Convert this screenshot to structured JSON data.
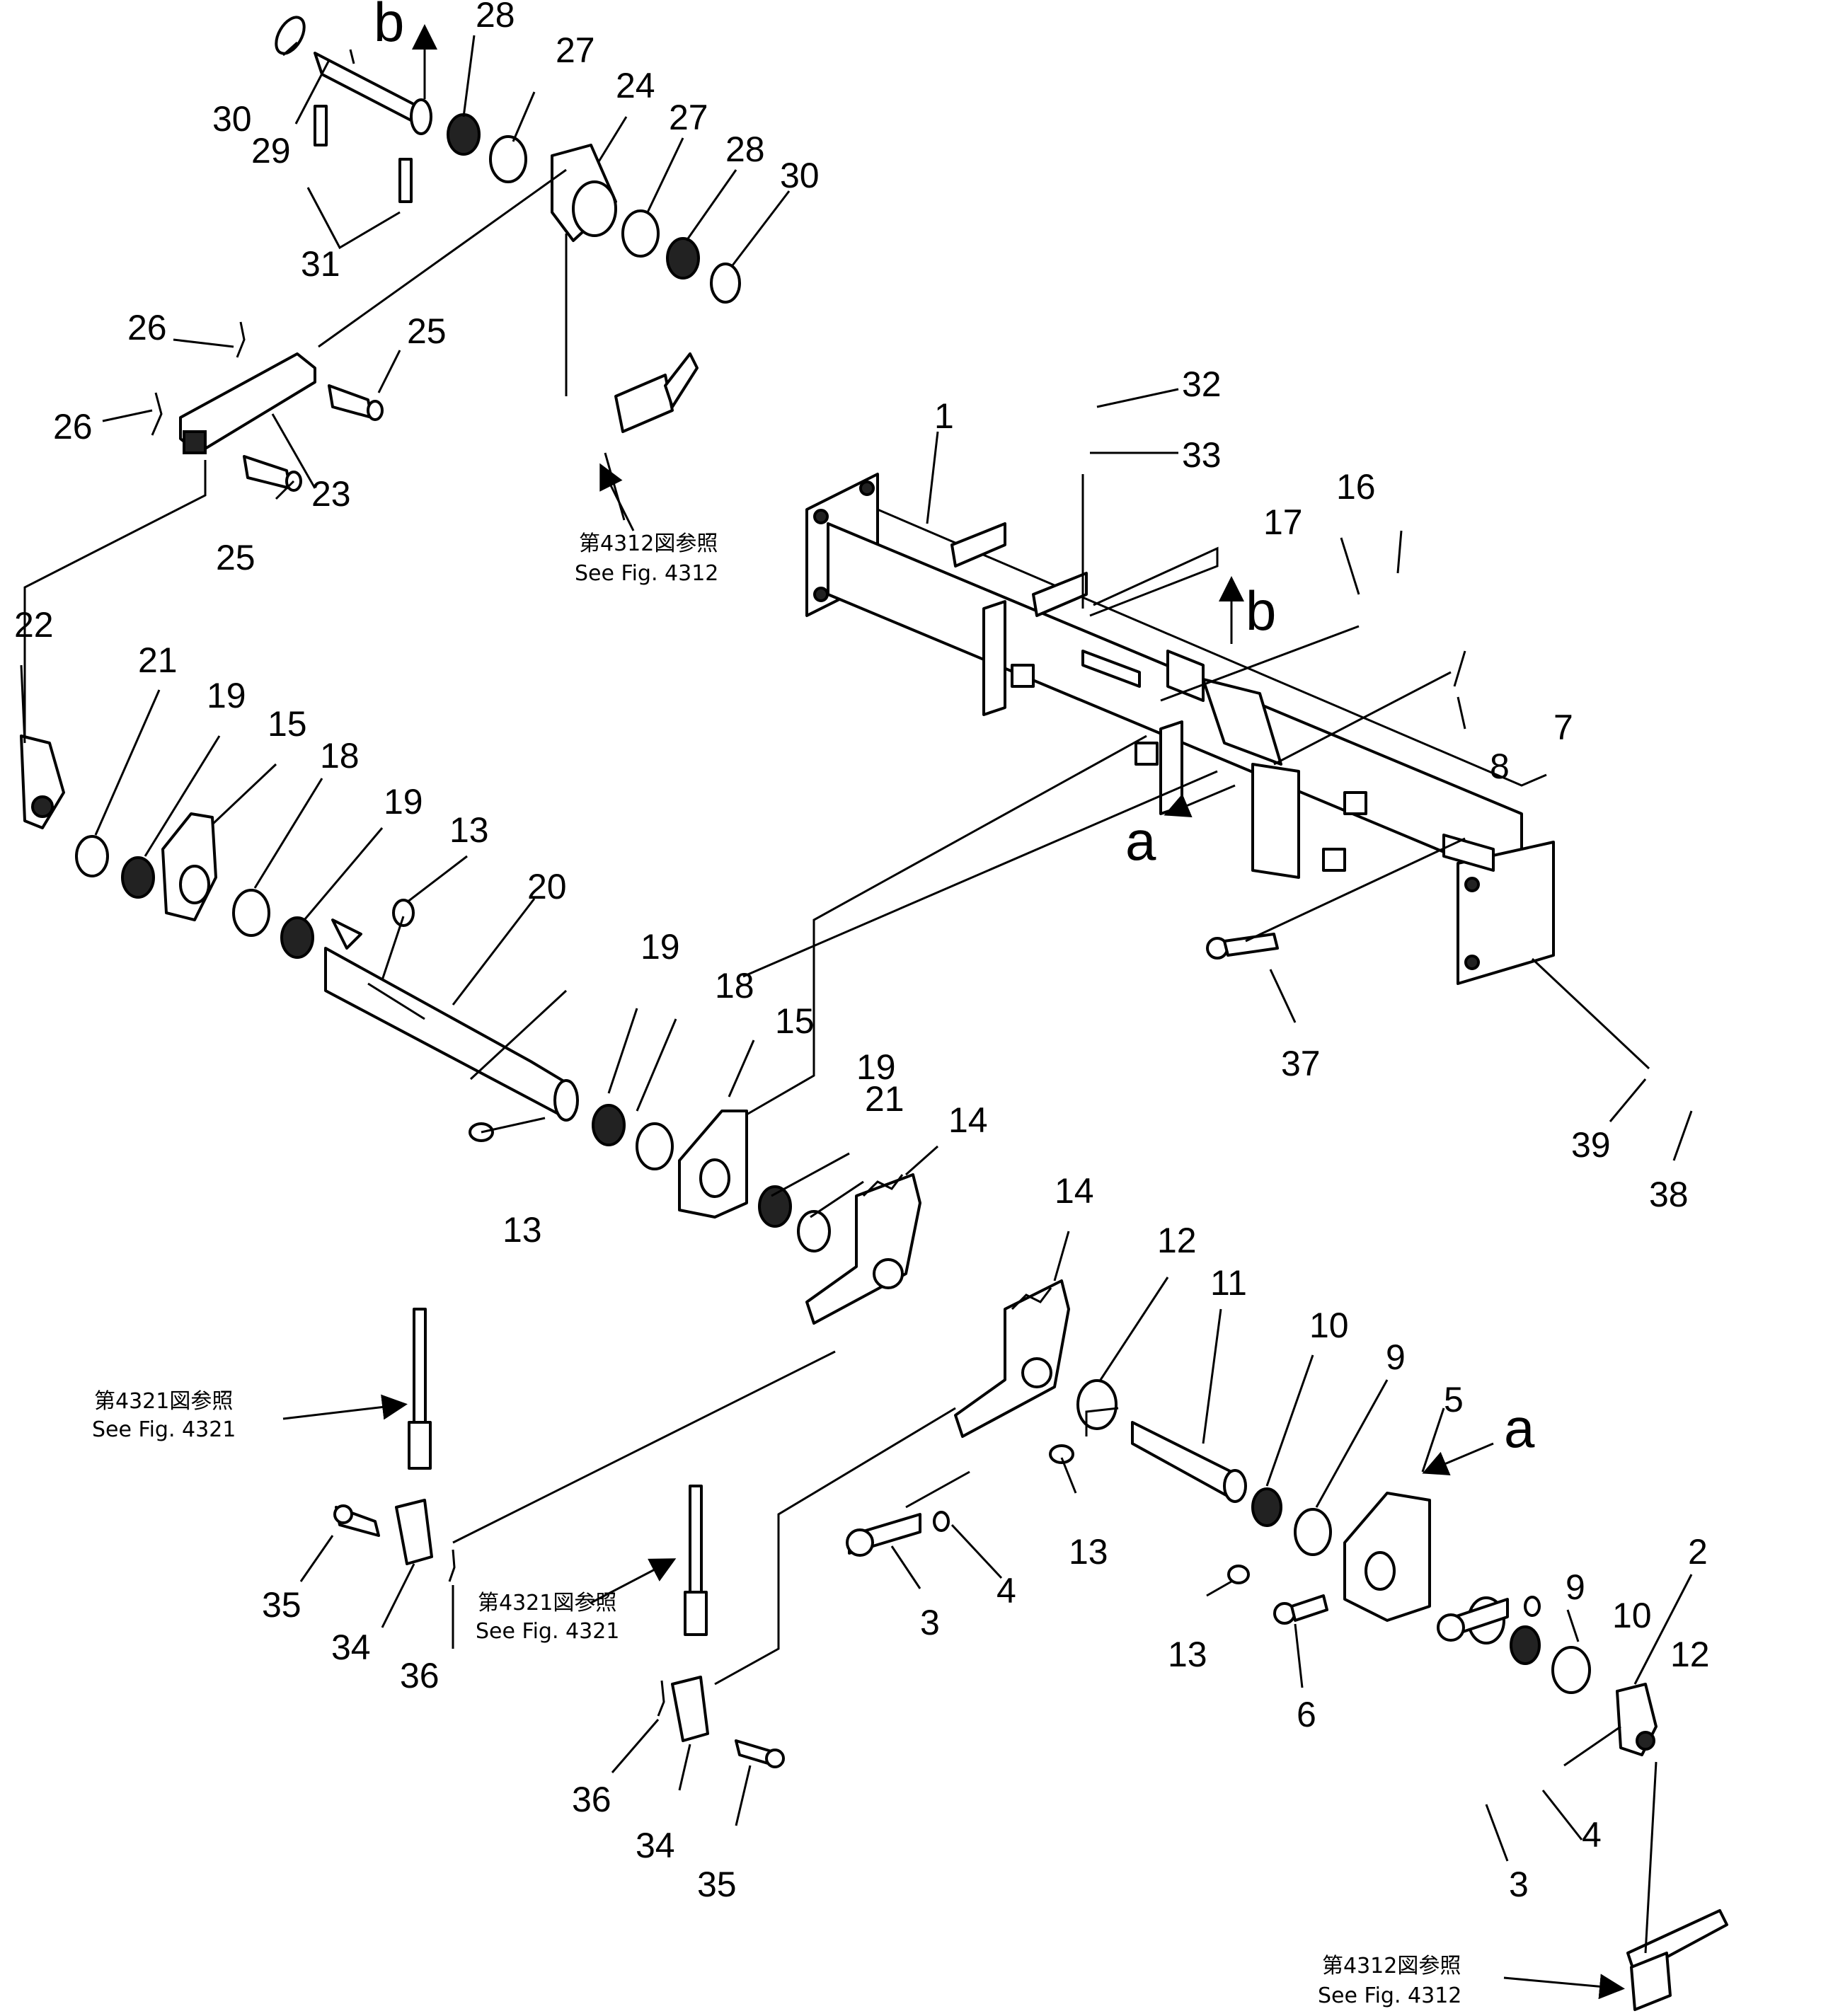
{
  "part_numbers": {
    "n1": "1",
    "n2": "2",
    "n3a": "3",
    "n3b": "3",
    "n4a": "4",
    "n4b": "4",
    "n5": "5",
    "n6": "6",
    "n7": "7",
    "n8": "8",
    "n9a": "9",
    "n9b": "9",
    "n10a": "10",
    "n10b": "10",
    "n11": "11",
    "n12a": "12",
    "n12b": "12",
    "n13a": "13",
    "n13b": "13",
    "n13c": "13",
    "n13d": "13",
    "n14a": "14",
    "n14b": "14",
    "n15a": "15",
    "n15b": "15",
    "n16": "16",
    "n17": "17",
    "n18a": "18",
    "n18b": "18",
    "n19a": "19",
    "n19b": "19",
    "n19c": "19",
    "n19d": "19",
    "n20": "20",
    "n21a": "21",
    "n21b": "21",
    "n22": "22",
    "n23": "23",
    "n24": "24",
    "n25a": "25",
    "n25b": "25",
    "n26a": "26",
    "n26b": "26",
    "n27a": "27",
    "n27b": "27",
    "n28a": "28",
    "n28b": "28",
    "n29": "29",
    "n30a": "30",
    "n30b": "30",
    "n31": "31",
    "n32": "32",
    "n33": "33",
    "n34a": "34",
    "n34b": "34",
    "n35a": "35",
    "n35b": "35",
    "n36a": "36",
    "n36b": "36",
    "n37": "37",
    "n38": "38",
    "n39": "39"
  },
  "view_markers": {
    "b_top": "b",
    "b_frame": "b",
    "a_frame": "a",
    "a_bracket": "a"
  },
  "references": {
    "fig4312_top": {
      "jp": "第4312図参照",
      "en": "See  Fig.  4312"
    },
    "fig4321_left": {
      "jp": "第4321図参照",
      "en": "See  Fig.  4321"
    },
    "fig4321_mid": {
      "jp": "第4321図参照",
      "en": "See  Fig.  4321"
    },
    "fig4312_bottom": {
      "jp": "第4312図参照",
      "en": "See  Fig.  4312"
    }
  }
}
